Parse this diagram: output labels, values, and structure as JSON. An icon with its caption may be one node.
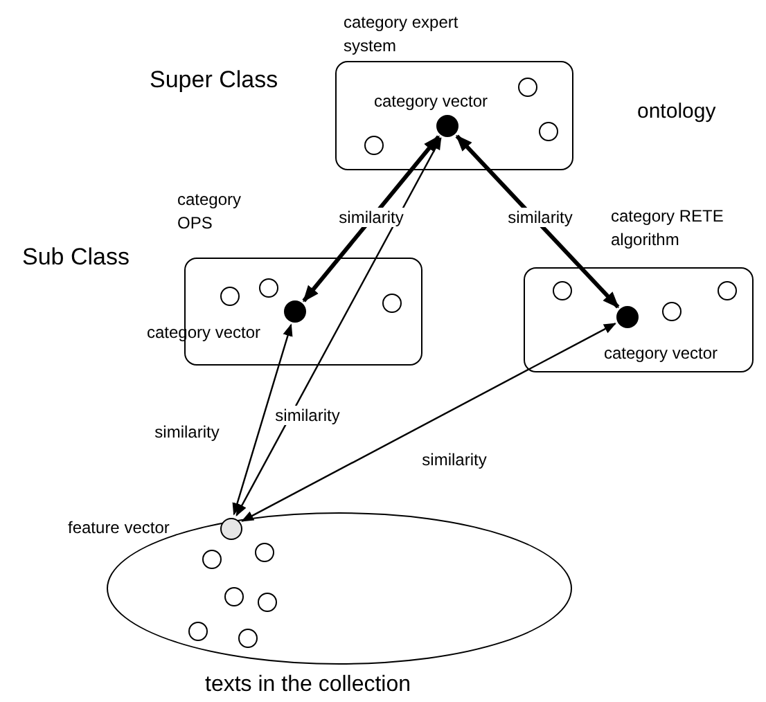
{
  "diagram": {
    "nodes": [
      {
        "text": [
          "category expert system"
        ]
      },
      {
        "text": [],
        "shape": "circle",
        "beside": [
          "category vector"
        ],
        "in": 0
      },
      {
        "text": [
          "category OPS"
        ]
      },
      {
        "text": [],
        "shape": "circle",
        "beside": [
          "category vector"
        ],
        "in": 2
      },
      {
        "text": [
          "category RETE algorithm"
        ]
      },
      {
        "text": [],
        "shape": "circle",
        "beside": [
          "category vector"
        ],
        "in": 4
      },
      {
        "text": [],
        "shape": "ellipse",
        "beside": [
          "texts in the collection"
        ]
      },
      {
        "text": [],
        "shape": "circle",
        "beside": [
          "feature vector"
        ],
        "in": 6
      }
    ],
    "edges": [
      {
        "from": 1,
        "to": 3,
        "arrow": "both",
        "label": "similarity",
        "style": "thick"
      },
      {
        "from": 1,
        "to": 5,
        "arrow": "both",
        "label": "similarity",
        "style": "thick"
      },
      {
        "from": 7,
        "to": 3,
        "arrow": "both",
        "label": "similarity"
      },
      {
        "from": 7,
        "to": 1,
        "arrow": "both",
        "label": "similarity"
      },
      {
        "from": 7,
        "to": 5,
        "arrow": "both",
        "label": "similarity"
      }
    ],
    "labels": [
      "Super Class",
      "ontology",
      "Sub Class"
    ]
  }
}
